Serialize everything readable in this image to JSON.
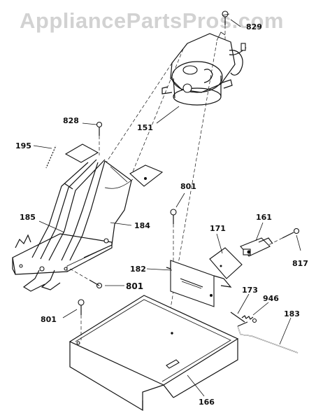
{
  "watermark": "AppliancePartsPros.com",
  "labels": {
    "p829": "829",
    "p151": "151",
    "p828": "828",
    "p195": "195",
    "p801a": "801",
    "p185": "185",
    "p184": "184",
    "p171": "171",
    "p161": "161",
    "p817": "817",
    "p182": "182",
    "p801b": "801",
    "p173": "173",
    "p946": "946",
    "p801c": "801",
    "p183": "183",
    "p166": "166"
  }
}
